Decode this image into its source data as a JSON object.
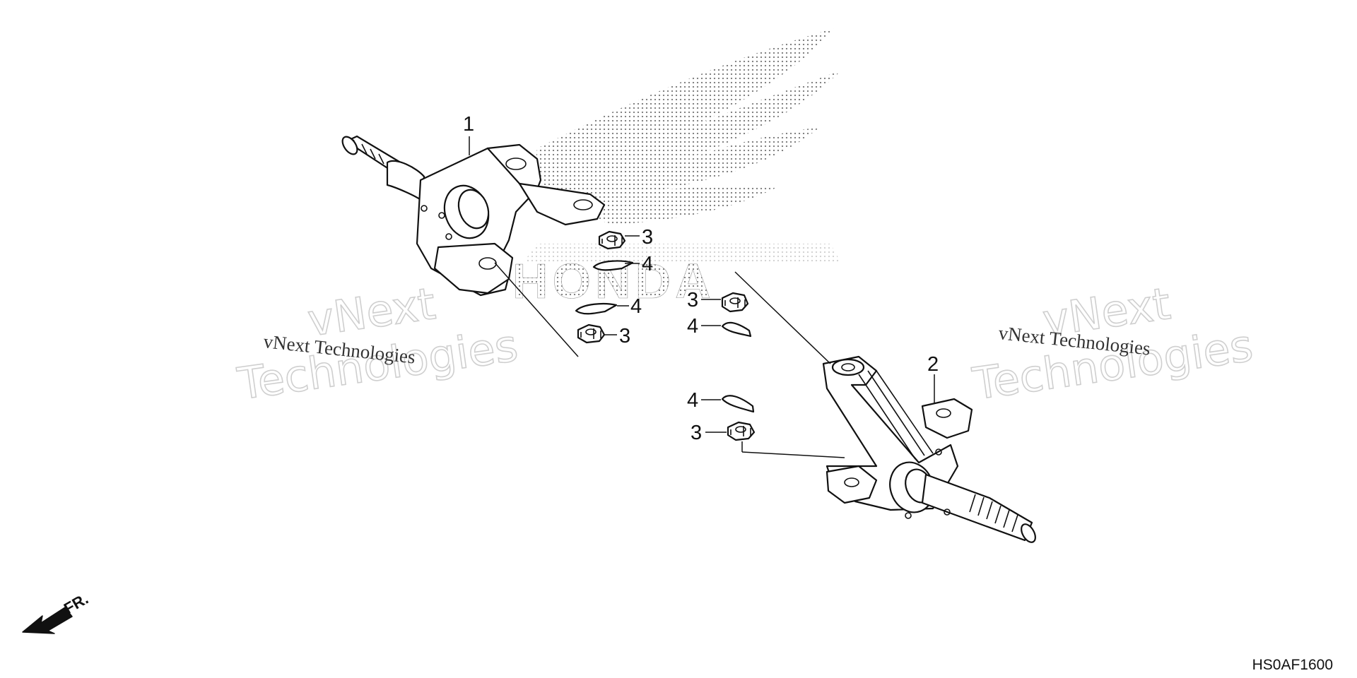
{
  "diagram_code": "HS0AF1600",
  "front_indicator": "FR.",
  "logo_text": "HONDA",
  "watermark": {
    "line_big_1": "vNext",
    "line_big_2": "Technologies",
    "line_small": "vNext Technologies"
  },
  "callouts": {
    "part_1": "1",
    "part_2": "2",
    "part_3": "3",
    "part_4": "4"
  },
  "colors": {
    "line": "#111111",
    "logo_dots": "#7a7a7a",
    "watermark": "#cfcfcf"
  }
}
